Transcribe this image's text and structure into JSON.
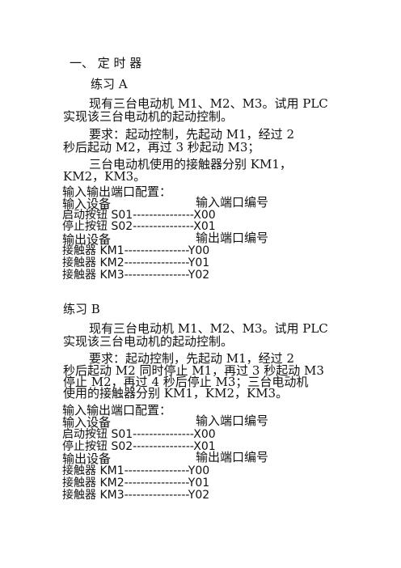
{
  "section_heading": "一、 定 时 器",
  "exercise_a": {
    "title": "练习 A",
    "lines": [
      "现有三台电动机 M1、M2、M3。试用 PLC",
      "实现该三台电动机的起动控制。",
      "要求：起动控制，先起动 M1，经过 2",
      "秒后起动 M2，再过 3 秒起动 M3；",
      "三台电动机使用的接触器分别 KM1，",
      "KM2，KM3。"
    ],
    "io_config": {
      "title": "输入输出端口配置：",
      "input_header": "输入设备",
      "input_port_header": "输入端口编号",
      "inputs": [
        "启动按钮 S01---------------X00",
        "停止按钮 S02---------------X01"
      ],
      "output_header": "输出设备",
      "output_port_header": "输出端口编号",
      "outputs": [
        "接触器 KM1----------------Y00",
        "接触器 KM2----------------Y01",
        "接触器 KM3----------------Y02"
      ]
    }
  },
  "exercise_b": {
    "title": "练习 B",
    "lines": [
      "现有三台电动机 M1、M2、M3。试用 PLC",
      "实现该三台电动机的起动控制。",
      "要求：起动控制，先起动 M1，经过 2",
      "秒后起动 M2 同时停止 M1，再过 3 秒起动 M3",
      "停止 M2，再过 4 秒后停止 M3；三台电动机",
      "使用的接触器分别 KM1，KM2，KM3。"
    ],
    "io_config": {
      "title": "输入输出端口配置：",
      "input_header": "输入设备",
      "input_port_header": "输入端口编号",
      "inputs": [
        "启动按钮 S01---------------X00",
        "停止按钮 S02---------------X01"
      ],
      "output_header": "输出设备",
      "output_port_header": "输出端口编号",
      "outputs": [
        "接触器 KM1----------------Y00",
        "接触器 KM2----------------Y01",
        "接触器 KM3----------------Y02"
      ]
    }
  }
}
